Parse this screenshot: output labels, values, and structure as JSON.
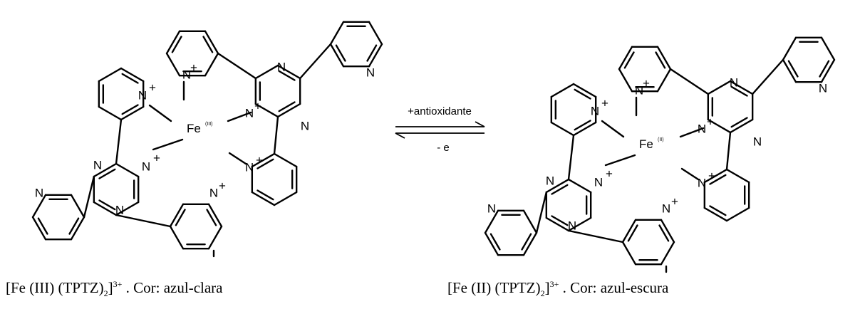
{
  "left_complex": {
    "metal": "Fe",
    "oxidation": "(III)",
    "caption": {
      "open": "[Fe (III) (TPTZ)",
      "sub": "2",
      "close": "]",
      "sup": "3+",
      "rest": ". Cor: azul-clara"
    }
  },
  "right_complex": {
    "metal": "Fe",
    "oxidation": "(II)",
    "caption": {
      "open": "[Fe (II) (TPTZ)",
      "sub": "2",
      "close": "]",
      "sup": "3+",
      "rest": ". Cor: azul-escura"
    }
  },
  "arrow": {
    "forward_label": "+antioxidante",
    "reverse_label": "- e"
  },
  "atoms": {
    "nitrogen": "N",
    "charge": "+"
  }
}
